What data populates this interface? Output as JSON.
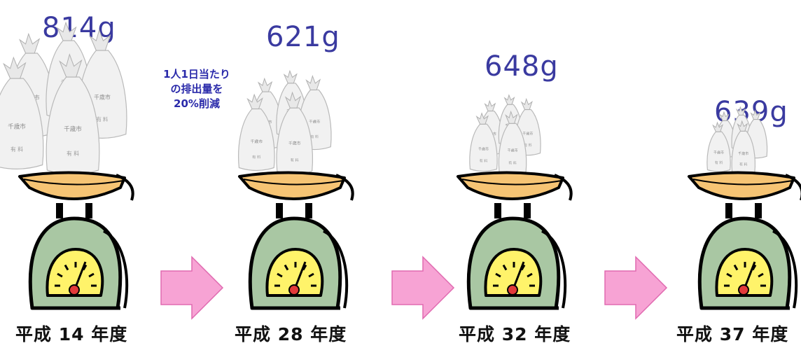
{
  "stations": [
    {
      "weight": "814g",
      "year": "平成 14 年度"
    },
    {
      "weight": "621g",
      "year": "平成 28 年度"
    },
    {
      "weight": "648g",
      "year": "平成 32 年度"
    },
    {
      "weight": "639g",
      "year": "平成 37 年度"
    }
  ],
  "note": [
    "1人1日当たり",
    "の排出量を",
    "20%削減"
  ],
  "bag_label": "千歳市",
  "bag_sub": "有 料",
  "colors": {
    "weight_text": "#3a3aa0",
    "note_text": "#2a2aaa",
    "arrow": "#f7a3d4",
    "arrow_edge": "#e06ab0",
    "pan": "#f6c474",
    "scale_body": "#a9c7a3",
    "dial": "#fff36a"
  }
}
